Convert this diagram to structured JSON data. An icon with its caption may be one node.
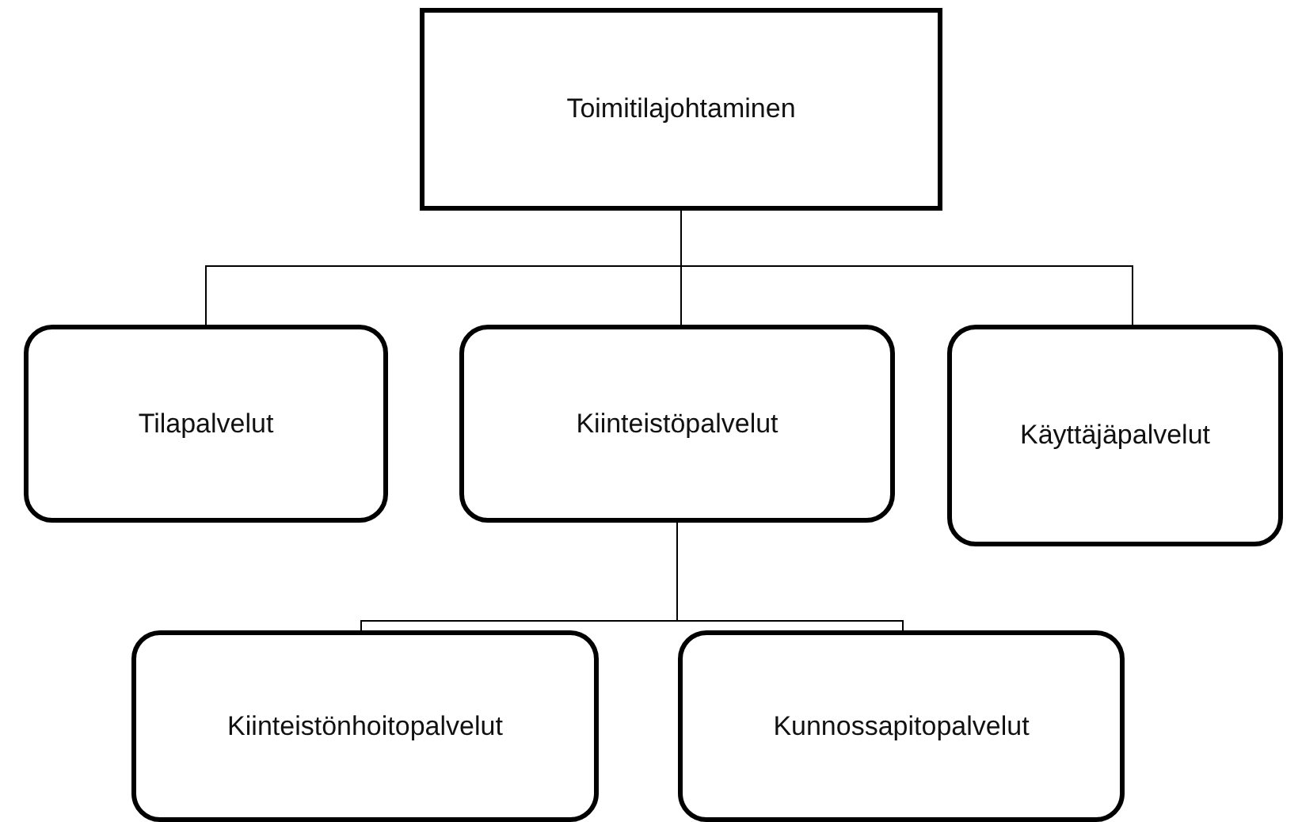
{
  "diagram": {
    "nodes": [
      {
        "text": [
          "Toimitilajohtaminen"
        ]
      },
      {
        "text": [
          "Tilapalvelut"
        ]
      },
      {
        "text": [
          "Kiinteistöpalvelut"
        ]
      },
      {
        "text": [
          "Käyttäjäpalvelut"
        ]
      },
      {
        "text": [
          "Kiinteistönhoitopalvelut"
        ]
      },
      {
        "text": [
          "Kunnossapitopalvelut"
        ]
      }
    ],
    "edges": [
      {
        "from": 0,
        "to": 1,
        "arrow": "none"
      },
      {
        "from": 0,
        "to": 2,
        "arrow": "none"
      },
      {
        "from": 0,
        "to": 3,
        "arrow": "none"
      },
      {
        "from": 2,
        "to": 4,
        "arrow": "none"
      },
      {
        "from": 2,
        "to": 5,
        "arrow": "none"
      }
    ]
  }
}
